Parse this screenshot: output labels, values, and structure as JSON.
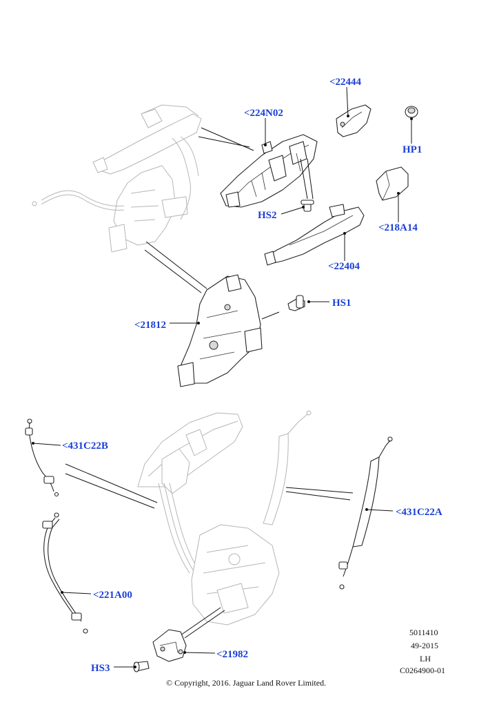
{
  "callouts": {
    "c22444": "<22444",
    "c224N02": "<224N02",
    "HP1": "HP1",
    "HS2": "HS2",
    "c218A14": "<218A14",
    "c22404": "<22404",
    "HS1": "HS1",
    "c21812": "<21812",
    "c431C22B": "<431C22B",
    "c431C22A": "<431C22A",
    "c221A00": "<221A00",
    "c21982": "<21982",
    "HS3": "HS3"
  },
  "meta": {
    "line1": "5011410",
    "line2": "49-2015",
    "line3": "LH",
    "line4": "C0264900-01"
  },
  "copyright": "© Copyright, 2016. Jaguar Land Rover Limited.",
  "colors": {
    "callout": "#1a3fd6",
    "line": "#111111",
    "ghost": "#b5b5b5"
  }
}
